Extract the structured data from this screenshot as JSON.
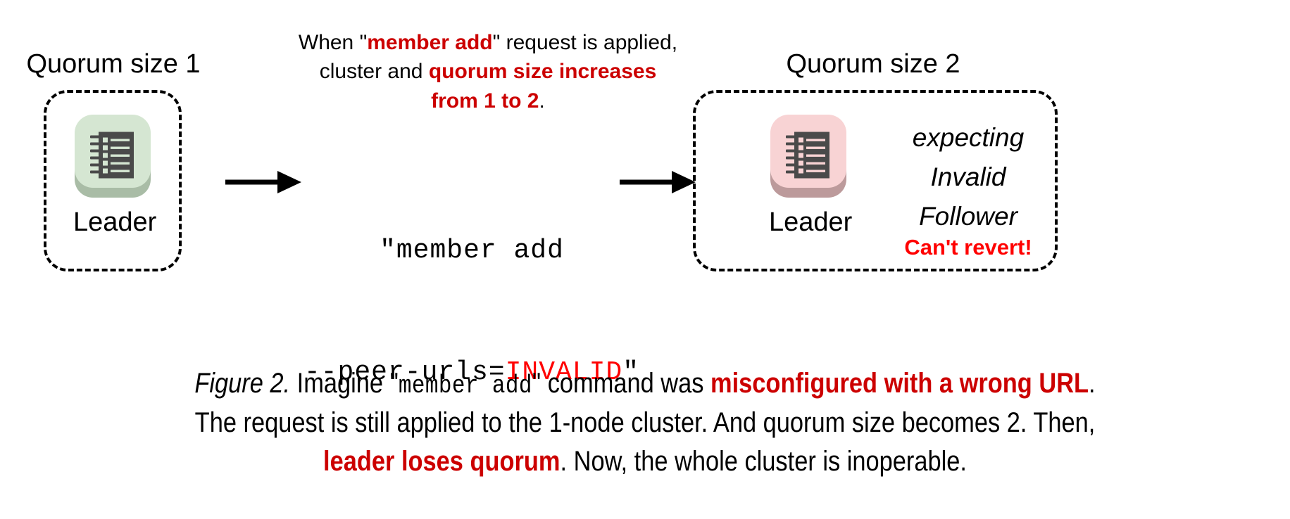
{
  "figure": {
    "domain": "diagram",
    "background_color": "#ffffff",
    "accent_red": "#cc0000",
    "bright_red": "#ff0000"
  },
  "left_cluster": {
    "title": "Quorum size 1",
    "node": {
      "label": "Leader",
      "icon": "notebook-icon",
      "tile_color": "#d5e6d2",
      "tile_shadow_color": "#a9bca6",
      "icon_color": "#4a4a4a"
    }
  },
  "right_cluster": {
    "title": "Quorum size 2",
    "node": {
      "label": "Leader",
      "icon": "notebook-icon",
      "tile_color": "#f8d3d4",
      "tile_shadow_color": "#bc9a9b",
      "icon_color": "#4a4a4a"
    },
    "status": {
      "line1": "expecting",
      "line2": "Invalid",
      "line3": "Follower",
      "warning": "Can't revert!"
    }
  },
  "callout": {
    "line1_pre": "When \"",
    "line1_bold": "member add",
    "line1_post": "\" request is applied,",
    "line2_pre": "cluster and ",
    "line2_bold": "quorum size increases",
    "line3_bold": "from 1 to 2",
    "line3_post": "."
  },
  "command": {
    "line1": "\"member add",
    "line2_pre": "--peer-urls=",
    "line2_invalid": "INVALID",
    "line2_post": "\""
  },
  "arrows": {
    "arrow1_name": "arrow-left-to-command",
    "arrow2_name": "arrow-command-to-right"
  },
  "caption": {
    "line1_a": "Figure 2.",
    "line1_b": " Imagine \"",
    "line1_mono": "member add",
    "line1_c": "\" command was ",
    "line1_hl": "misconfigured with a wrong URL",
    "line1_d": ".",
    "line2": "The request is still applied to the 1-node cluster. And quorum size becomes 2. Then,",
    "line3_hl": "leader loses quorum",
    "line3_rest": ". Now, the whole cluster is inoperable."
  }
}
